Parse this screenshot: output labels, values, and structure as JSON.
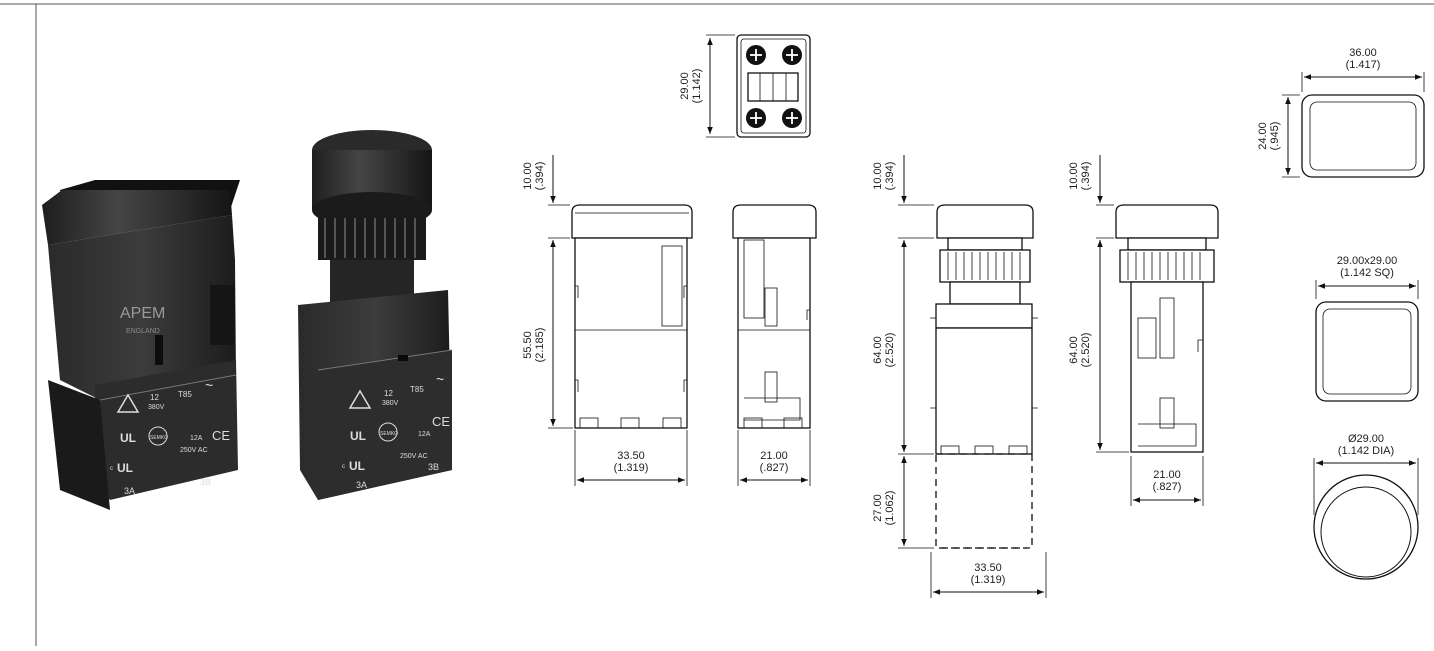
{
  "photos": {
    "left": {
      "brand": "APEM",
      "brand_sub": "ENGLAND",
      "rating1": "12",
      "rating1_v": "380V",
      "t85": "T85",
      "rating2": "12A",
      "rating2_v": "250V AC",
      "semko": "SEMKO",
      "ce": "CE",
      "ul": "UL",
      "c": "c",
      "term_a": "3A",
      "term_b": "3B"
    },
    "right": {
      "rating1": "12",
      "rating1_v": "380V",
      "t85": "T85",
      "rating2": "12A",
      "rating2_v": "250V AC",
      "semko": "SEMKO",
      "ce": "CE",
      "ul": "UL",
      "c": "c",
      "term_a": "3A",
      "term_b": "3B"
    }
  },
  "dims": {
    "top_view_h": "29.00",
    "top_view_h_in": "(1.142)",
    "a_cap_h": "10.00",
    "a_cap_h_in": "(.394)",
    "a_body_h": "55.50",
    "a_body_h_in": "(2.185)",
    "a_width": "33.50",
    "a_width_in": "(1.319)",
    "a_side_w": "21.00",
    "a_side_w_in": "(.827)",
    "b_cap_h": "10.00",
    "b_cap_h_in": "(.394)",
    "b_body_h": "64.00",
    "b_body_h_in": "(2.520)",
    "b_ext_h": "27.00",
    "b_ext_h_in": "(1.062)",
    "b_width": "33.50",
    "b_width_in": "(1.319)",
    "c_cap_h": "10.00",
    "c_cap_h_in": "(.394)",
    "c_body_h": "64.00",
    "c_body_h_in": "(2.520)",
    "c_side_w": "21.00",
    "c_side_w_in": "(.827)",
    "rect_w": "36.00",
    "rect_w_in": "(1.417)",
    "rect_h": "24.00",
    "rect_h_in": "(.945)",
    "sq_size": "29.00x29.00",
    "sq_size_in": "(1.142 SQ)",
    "round_dia": "Ø29.00",
    "round_dia_in": "(1.142 DIA)"
  }
}
